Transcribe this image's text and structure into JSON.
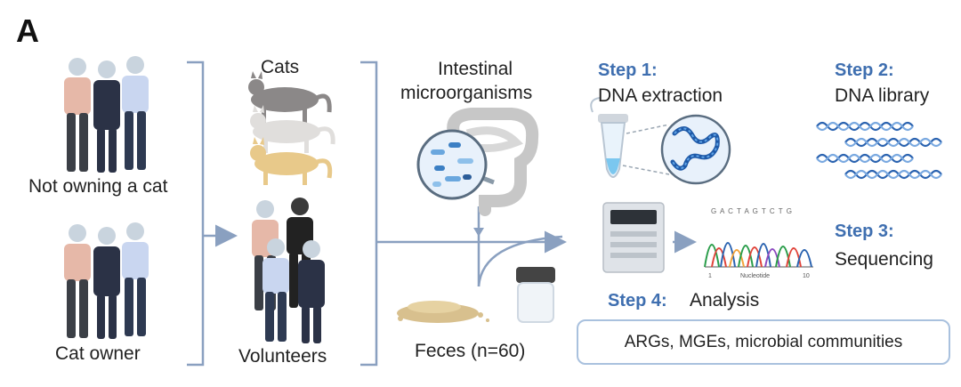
{
  "panel_letter": "A",
  "groups": {
    "not_owning": "Not owning a cat",
    "owner": "Cat owner",
    "cats": "Cats",
    "volunteers": "Volunteers"
  },
  "intestinal": {
    "line1": "Intestinal",
    "line2": "microorganisms"
  },
  "feces": "Feces (n=60)",
  "steps": [
    {
      "title": "Step 1:",
      "desc": "DNA extraction"
    },
    {
      "title": "Step 2:",
      "desc": "DNA library"
    },
    {
      "title": "Step 3:",
      "desc": "Sequencing"
    },
    {
      "title": "Step 4:",
      "desc": "Analysis"
    }
  ],
  "analysis_result": "ARGs, MGEs, microbial communities",
  "chromatogram": {
    "sequence": "G A C T A G T C T G",
    "xlabel": "Nucleotide",
    "tick_start": "1",
    "tick_end": "10"
  },
  "colors": {
    "step_blue": "#3f6fb0",
    "connector": "#8aa0c0",
    "box_border": "#a9c1de"
  }
}
